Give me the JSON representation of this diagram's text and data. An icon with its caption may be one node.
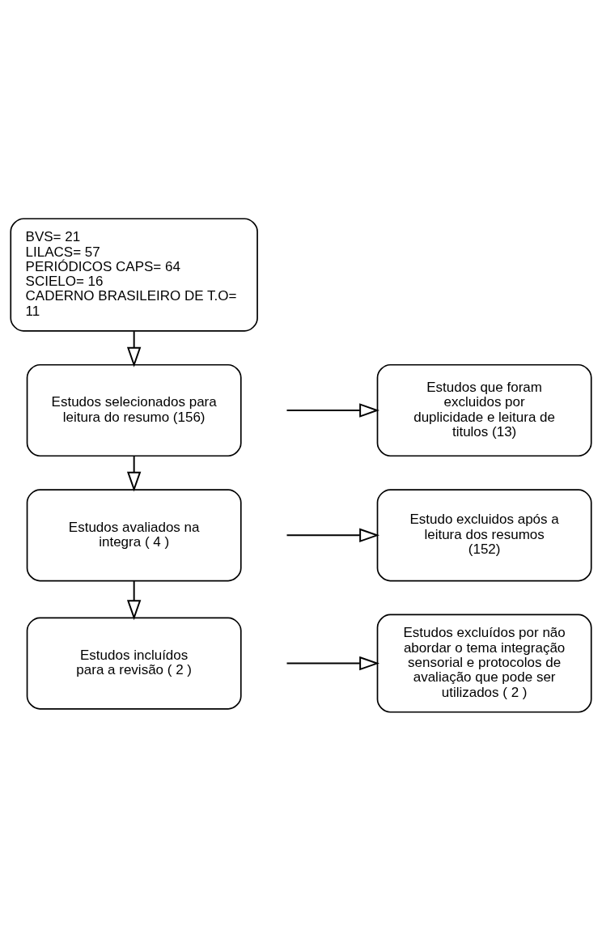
{
  "diagram": {
    "nodes": [
      {
        "text": [
          "BVS= 21",
          "LILACS= 57",
          "PERIÓDICOS CAPS= 64",
          "SCIELO= 16",
          "CADERNO BRASILEIRO DE T.O= 11"
        ]
      },
      {
        "text": [
          "Estudos que foram excluidos por duplicidade e leitura de titulos (13)"
        ]
      },
      {
        "text": [
          "Estudos selecionados para leitura do resumo (156)"
        ]
      },
      {
        "text": [
          "Estudo excluidos após a leitura dos resumos (152)"
        ]
      },
      {
        "text": [
          "Estudos avaliados na integra ( 4 )"
        ]
      },
      {
        "text": [
          "Estudos excluídos por não abordar o tema integração sensorial e protocolos de avaliação que pode ser utilizados ( 2 )"
        ]
      },
      {
        "text": [
          "Estudos incluídos para a revisão ( 2 )"
        ]
      }
    ],
    "edges": [
      {
        "from": 0,
        "to": 2,
        "arrow": "to"
      },
      {
        "from": null,
        "to": 1,
        "arrow": "to"
      },
      {
        "from": 2,
        "to": 4,
        "arrow": "to"
      },
      {
        "from": null,
        "to": 3,
        "arrow": "to"
      },
      {
        "from": 4,
        "to": 6,
        "arrow": "to"
      },
      {
        "from": null,
        "to": 5,
        "arrow": "to"
      }
    ]
  }
}
